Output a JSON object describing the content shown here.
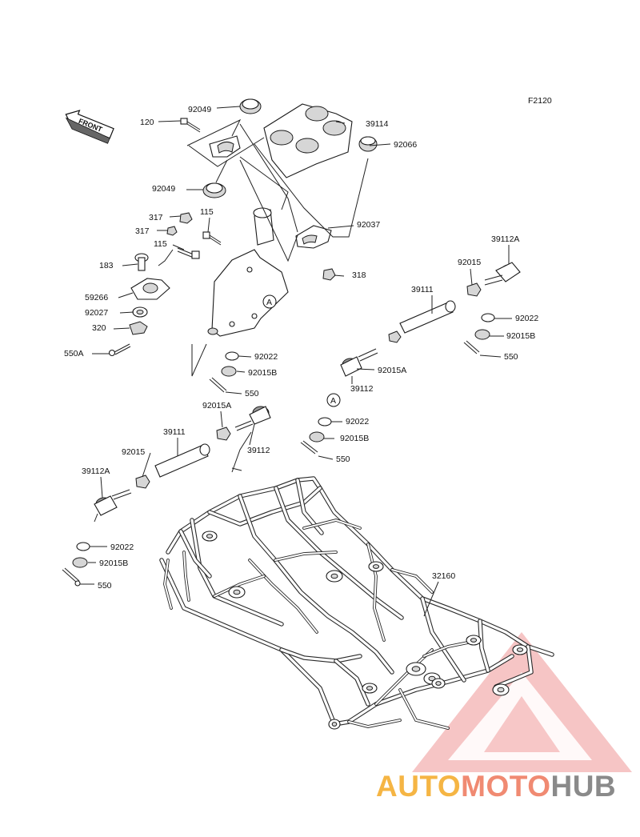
{
  "figure_code": "F2120",
  "front_arrow_label": "FRONT",
  "callout_a": "A",
  "parts": [
    {
      "id": "p1",
      "text": "92049"
    },
    {
      "id": "p2",
      "text": "120"
    },
    {
      "id": "p3",
      "text": "39114"
    },
    {
      "id": "p4",
      "text": "92066"
    },
    {
      "id": "p5",
      "text": "92049"
    },
    {
      "id": "p6",
      "text": "317"
    },
    {
      "id": "p7",
      "text": "115"
    },
    {
      "id": "p8",
      "text": "317"
    },
    {
      "id": "p9",
      "text": "92037"
    },
    {
      "id": "p10",
      "text": "115"
    },
    {
      "id": "p11",
      "text": "183"
    },
    {
      "id": "p12",
      "text": "318"
    },
    {
      "id": "p13",
      "text": "59266"
    },
    {
      "id": "p14",
      "text": "92027"
    },
    {
      "id": "p15",
      "text": "320"
    },
    {
      "id": "p16",
      "text": "550A"
    },
    {
      "id": "p17",
      "text": "39112A"
    },
    {
      "id": "p18",
      "text": "92015"
    },
    {
      "id": "p19",
      "text": "39111"
    },
    {
      "id": "p20",
      "text": "92022"
    },
    {
      "id": "p21",
      "text": "92015B"
    },
    {
      "id": "p22",
      "text": "550"
    },
    {
      "id": "p23",
      "text": "92022"
    },
    {
      "id": "p24",
      "text": "92015B"
    },
    {
      "id": "p25",
      "text": "550"
    },
    {
      "id": "p26",
      "text": "92015A"
    },
    {
      "id": "p27",
      "text": "39112"
    },
    {
      "id": "p28",
      "text": "92015A"
    },
    {
      "id": "p29",
      "text": "39111"
    },
    {
      "id": "p30",
      "text": "92015"
    },
    {
      "id": "p31",
      "text": "39112"
    },
    {
      "id": "p32",
      "text": "92022"
    },
    {
      "id": "p33",
      "text": "92015B"
    },
    {
      "id": "p34",
      "text": "39112A"
    },
    {
      "id": "p35",
      "text": "550"
    },
    {
      "id": "p36",
      "text": "92022"
    },
    {
      "id": "p37",
      "text": "92015B"
    },
    {
      "id": "p38",
      "text": "550"
    },
    {
      "id": "p39",
      "text": "32160"
    }
  ],
  "watermark": {
    "brand_part1": "AUTO",
    "brand_part2": "MOTO",
    "brand_part3": "HUB",
    "colors": {
      "part1": "#f5b544",
      "part2": "#f08a72",
      "part3": "#8a8a8a",
      "triangle": "#e8303a"
    }
  }
}
